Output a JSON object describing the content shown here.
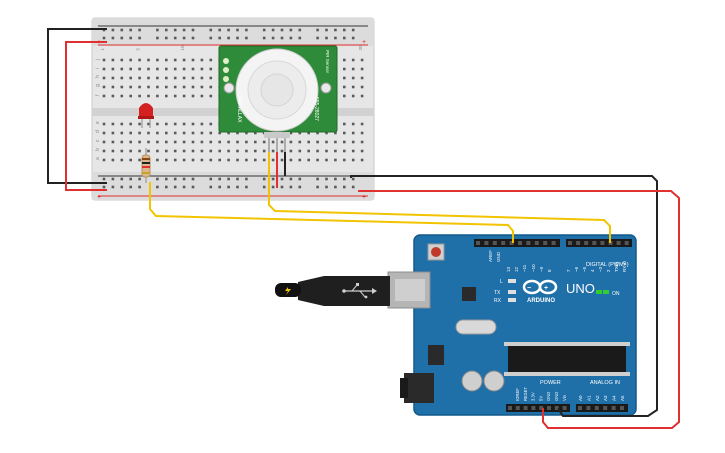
{
  "breadboard": {
    "rail_plus": "+",
    "rail_minus": "−",
    "col_numbers_top": [
      "30",
      "",
      "",
      "",
      "",
      "25",
      "",
      "",
      "",
      "",
      "20",
      "",
      "",
      "",
      "",
      "15",
      "",
      "",
      "",
      "",
      "10",
      "",
      "",
      "",
      "",
      "5",
      "",
      "",
      "",
      "1"
    ],
    "row_letters_upper": [
      "j",
      "i",
      "h",
      "g",
      "f"
    ],
    "row_letters_lower": [
      "e",
      "d",
      "c",
      "b",
      "a"
    ]
  },
  "pir_sensor": {
    "brand": "PARALLAX",
    "part_number": "555-28027",
    "label": "PIR Sensor"
  },
  "arduino": {
    "brand_text": "ARDUINO",
    "model_text": "UNO",
    "on_label": "ON",
    "digital_label": "DIGITAL (PWM~)",
    "power_label": "POWER",
    "analog_label": "ANALOG IN",
    "aref_label": "AREF",
    "gnd_label": "GND",
    "led_l": "L",
    "led_tx": "TX",
    "led_rx": "RX",
    "digital_pins": [
      "13",
      "12",
      "~11",
      "~10",
      "~9",
      "8",
      "7",
      "~6",
      "~5",
      "4",
      "~3",
      "2",
      "TX▸1",
      "RX◂0"
    ],
    "power_pins": [
      "IOREF",
      "RESET",
      "3.3V",
      "5V",
      "GND",
      "GND",
      "Vin"
    ],
    "analog_pins": [
      "A0",
      "A1",
      "A2",
      "A3",
      "A4",
      "A5"
    ]
  },
  "colors": {
    "wire_red": "#e03030",
    "wire_black": "#222222",
    "wire_yellow": "#f2c400",
    "board_blue": "#1f6fa8",
    "pir_green": "#2e8b3a",
    "led_red": "#d42020"
  }
}
